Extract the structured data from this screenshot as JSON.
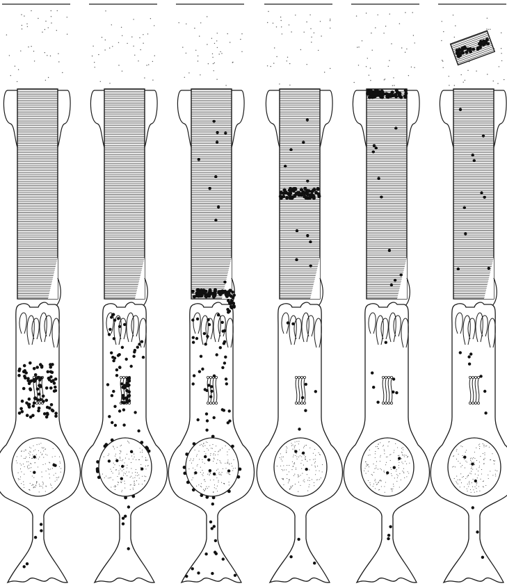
{
  "figure": {
    "panel_count": 6,
    "colors": {
      "ink": "#1a1a1a",
      "paper": "#ffffff",
      "stipple": "#555555",
      "label_dots": "#111111"
    },
    "panels": [
      {
        "id": "1",
        "label_band": "none",
        "golgi_stage": "heavy",
        "nucleus_label": "light",
        "tail_label": "light"
      },
      {
        "id": "2",
        "label_band": "none",
        "golgi_stage": "concentrated",
        "nucleus_label": "rim",
        "tail_label": "light"
      },
      {
        "id": "3",
        "label_band": "base",
        "golgi_stage": "dispersed",
        "nucleus_label": "rim",
        "tail_label": "heavy"
      },
      {
        "id": "4",
        "label_band": "middle",
        "golgi_stage": "sparse",
        "nucleus_label": "sparse",
        "tail_label": "sparse"
      },
      {
        "id": "5",
        "label_band": "apex",
        "golgi_stage": "sparse",
        "nucleus_label": "sparse",
        "tail_label": "sparse"
      },
      {
        "id": "6",
        "label_band": "shed",
        "golgi_stage": "sparse",
        "nucleus_label": "sparse",
        "tail_label": "sparse"
      }
    ]
  }
}
